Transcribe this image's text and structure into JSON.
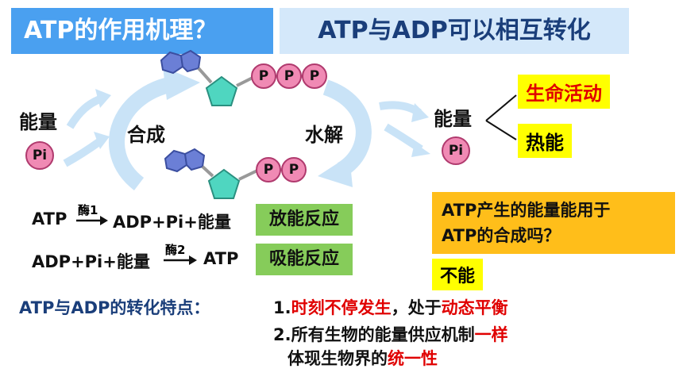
{
  "titles": {
    "left": "ATP的作用机理？",
    "right": "ATP与ADP可以相互转化"
  },
  "diagram": {
    "energy_left": "能量",
    "pi_label": "Pi",
    "synthesis": "合成",
    "hydrolysis": "水解",
    "energy_right": "能量",
    "atp_phosphates": [
      "P",
      "P",
      "P"
    ],
    "adp_phosphates": [
      "P",
      "P"
    ],
    "outputs": [
      "生命活动",
      "热能"
    ]
  },
  "reactions": [
    {
      "left": "ATP",
      "enzyme": "酶1",
      "right": "ADP+Pi+能量",
      "type": "放能反应"
    },
    {
      "left": "ADP+Pi+能量",
      "enzyme": "酶2",
      "right": "ATP",
      "type": "吸能反应"
    }
  ],
  "question": {
    "line1": "ATP产生的能量能用于",
    "line2": "ATP的合成吗？",
    "answer": "不能"
  },
  "features": {
    "heading": "ATP与ADP的转化特点：",
    "item1_num": "1.",
    "item1_red1": "时刻不停发生",
    "item1_mid": "，处于",
    "item1_red2": "动态平衡",
    "item2_num": "2.",
    "item2_text": "所有生物的能量供应机制",
    "item2_red": "一样",
    "item3_text": "体现生物界的",
    "item3_red": "统一性"
  },
  "colors": {
    "title_bg": "#4aa0f0",
    "title2_bg": "#d4e8fa",
    "phosphate": "#f08ab4",
    "ribose": "#4fd6c0",
    "adenine": "#6b7fd6",
    "arrow": "#c9e3f7",
    "highlight_yellow": "#ffff00",
    "reaction_green": "#86cc5a",
    "question_bg": "#ffbe1a",
    "emphasis_red": "#e00000"
  }
}
